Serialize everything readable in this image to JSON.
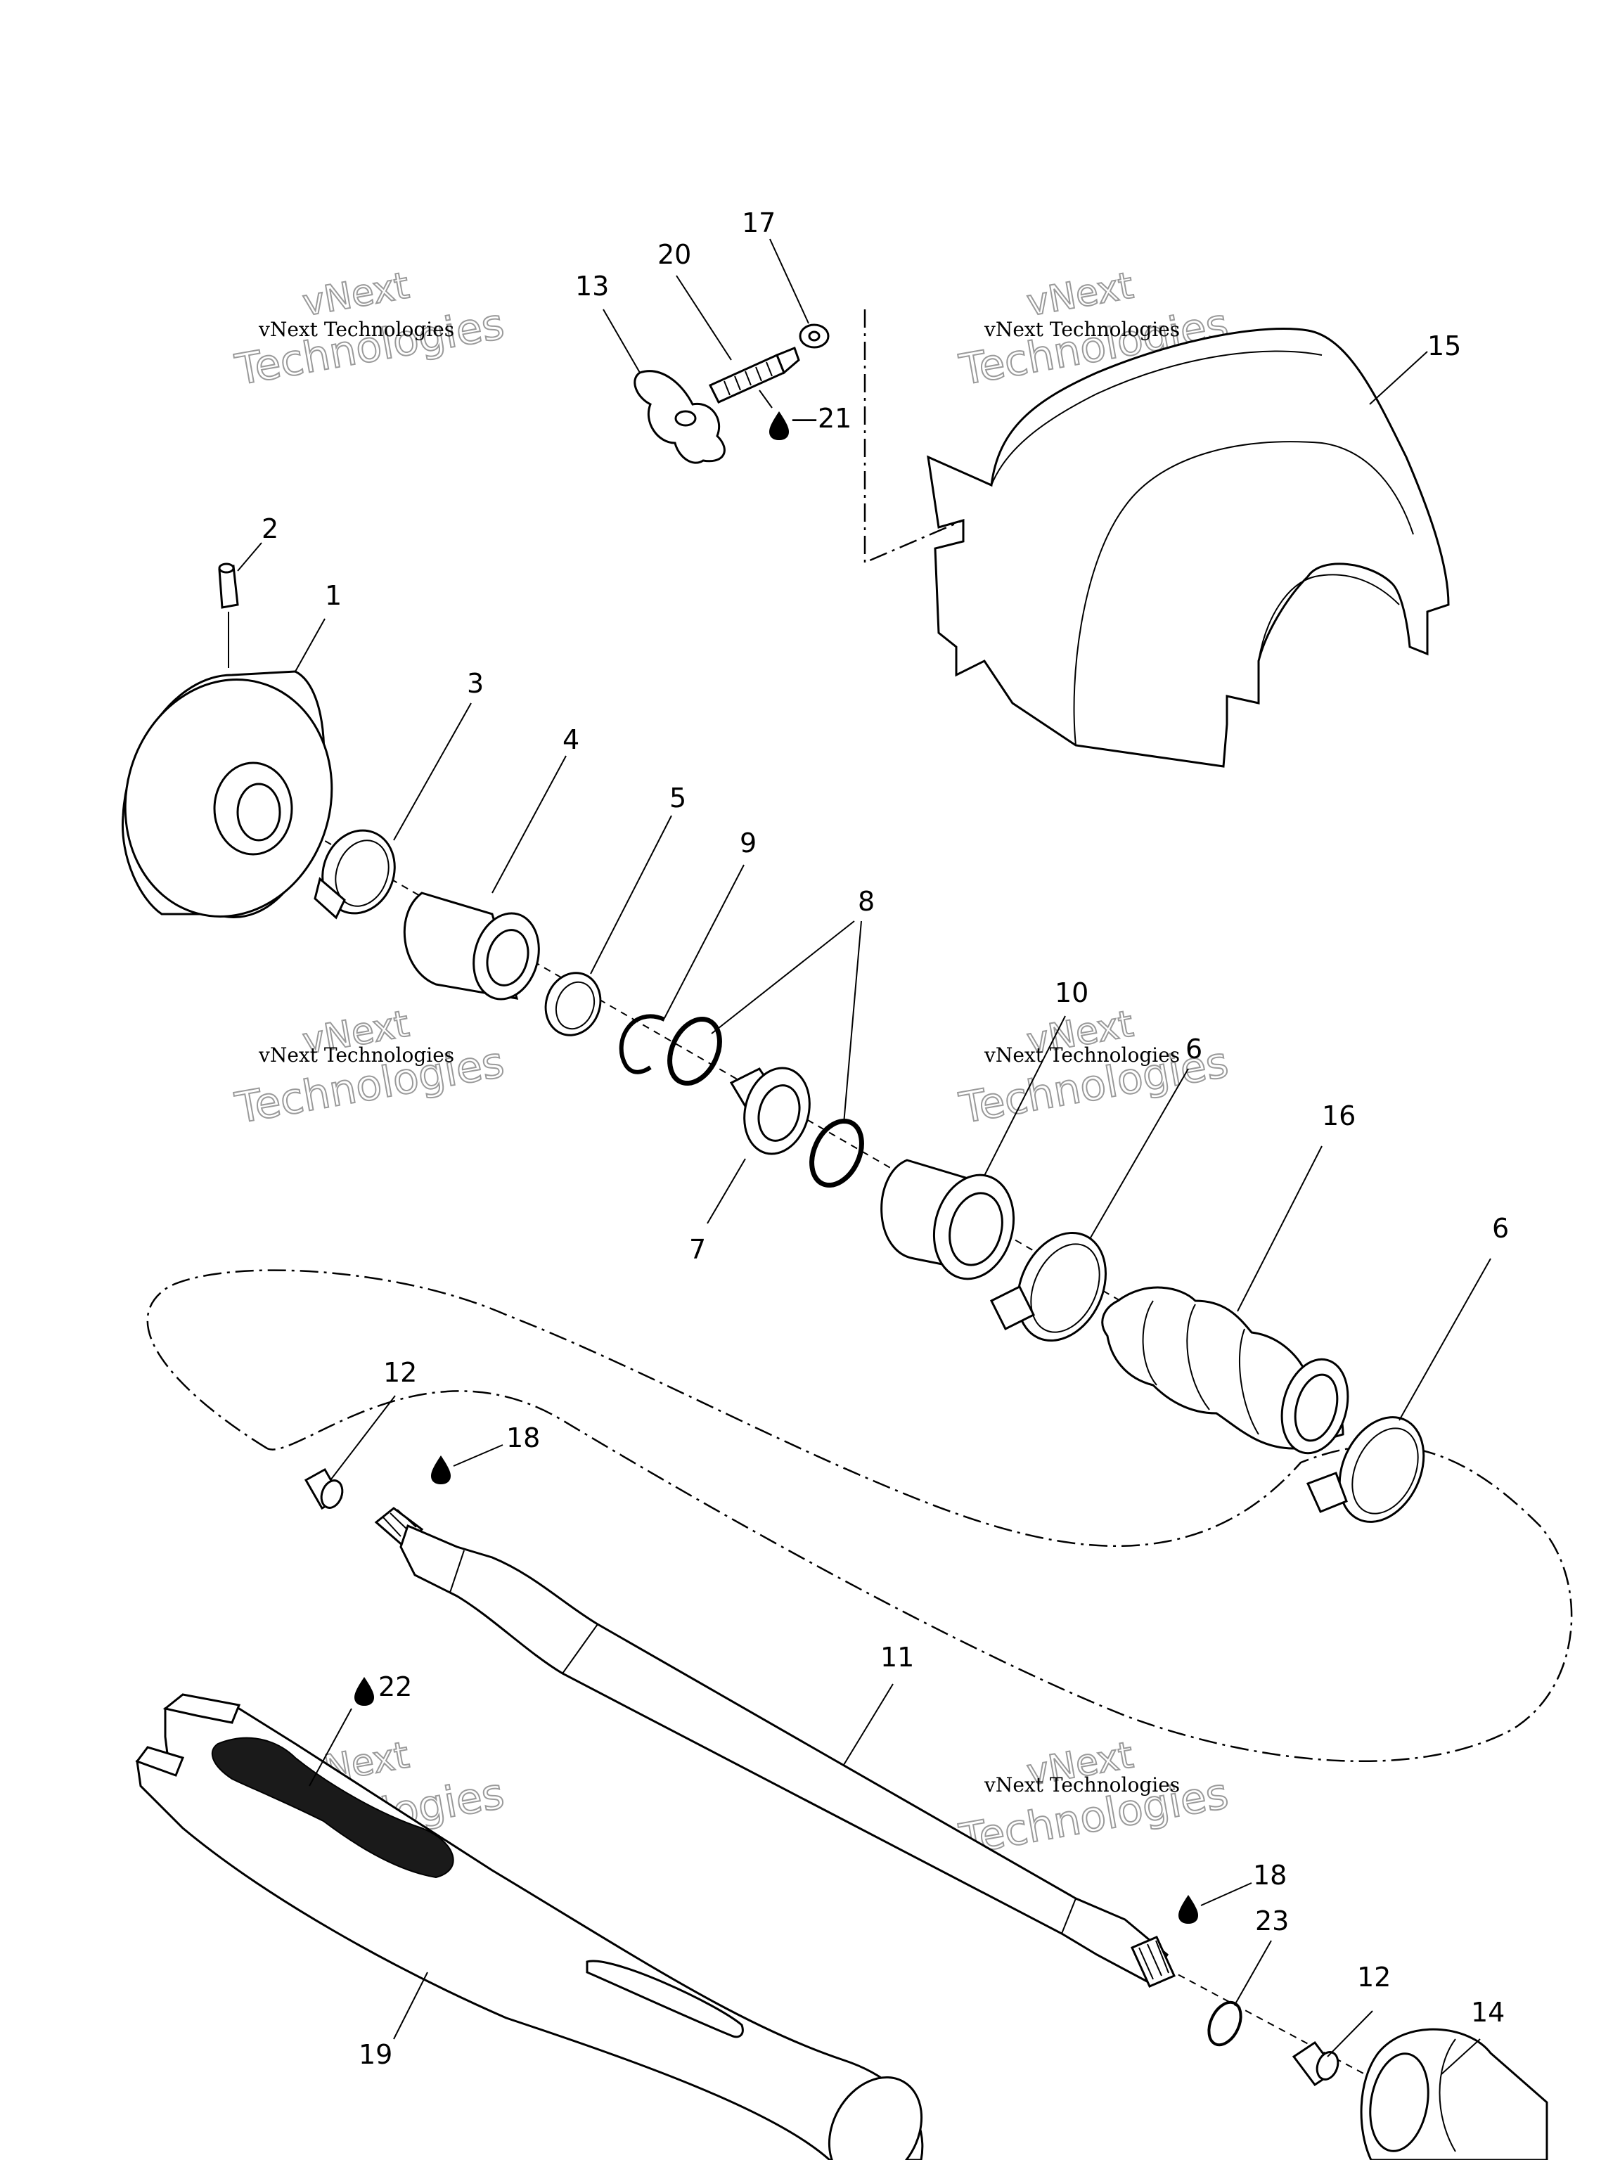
{
  "diagram": {
    "watermark": {
      "line1": "vNext Technologies",
      "line2_a": "vNext",
      "line2_b": "Technologies"
    },
    "callouts": [
      {
        "id": "c1",
        "text": "1"
      },
      {
        "id": "c2",
        "text": "2"
      },
      {
        "id": "c3",
        "text": "3"
      },
      {
        "id": "c4",
        "text": "4"
      },
      {
        "id": "c5",
        "text": "5"
      },
      {
        "id": "c6a",
        "text": "6"
      },
      {
        "id": "c6b",
        "text": "6"
      },
      {
        "id": "c7",
        "text": "7"
      },
      {
        "id": "c8",
        "text": "8"
      },
      {
        "id": "c9",
        "text": "9"
      },
      {
        "id": "c10",
        "text": "10"
      },
      {
        "id": "c11",
        "text": "11"
      },
      {
        "id": "c12a",
        "text": "12"
      },
      {
        "id": "c12b",
        "text": "12"
      },
      {
        "id": "c13",
        "text": "13"
      },
      {
        "id": "c14",
        "text": "14"
      },
      {
        "id": "c15",
        "text": "15"
      },
      {
        "id": "c16",
        "text": "16"
      },
      {
        "id": "c17",
        "text": "17"
      },
      {
        "id": "c18a",
        "text": "18"
      },
      {
        "id": "c18b",
        "text": "18"
      },
      {
        "id": "c19",
        "text": "19"
      },
      {
        "id": "c20",
        "text": "20"
      },
      {
        "id": "c21",
        "text": "—21"
      },
      {
        "id": "c22",
        "text": "22"
      },
      {
        "id": "c23",
        "text": "23"
      }
    ]
  }
}
